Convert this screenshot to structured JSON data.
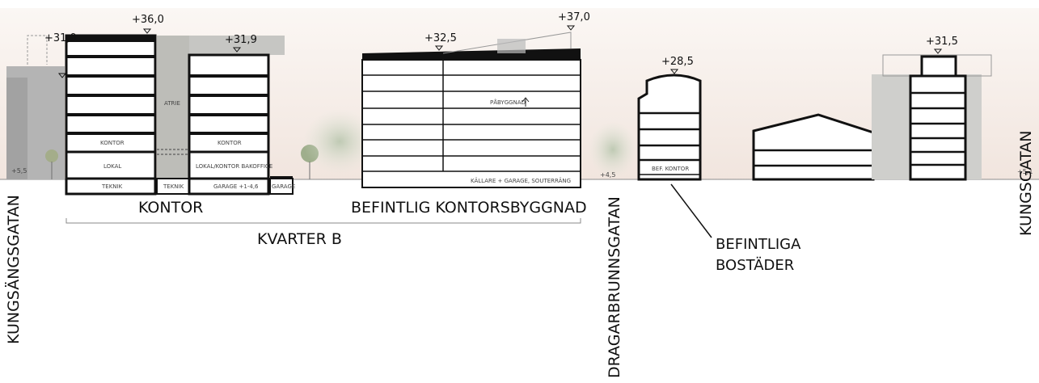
{
  "street_labels": {
    "left": "KUNGSÄNGSGATAN",
    "middle": "DRAGARBRUNNSGATAN",
    "right": "KUNGSGATAN"
  },
  "building_labels": {
    "kontor": "KONTOR",
    "befintlig": "BEFINTLIG KONTORSBYGGNAD",
    "kvarter": "KVARTER B"
  },
  "annotation": {
    "line1": "BEFINTLIGA",
    "line2": "BOSTÄDER"
  },
  "levels": {
    "a": "+31,9",
    "b": "+36,0",
    "c": "+31,9",
    "d": "+32,5",
    "e": "+37,0",
    "f": "+28,5",
    "g": "+31,5"
  },
  "ground_levels": {
    "left": "+5,5",
    "mid": "+4,5",
    "right": "+5,1"
  },
  "room_labels": {
    "kontor_a": "KONTOR",
    "lokal_a": "LOKAL",
    "teknik_a": "TEKNIK",
    "teknik_b": "TEKNIK",
    "atrie": "ATRIE",
    "kontor_b": "KONTOR",
    "lokal_kontor": "LOKAL/KONTOR BAKOFFICE",
    "garage_b": "GARAGE +1-4,6",
    "garage_c": "GARAGE",
    "pabyggnad": "PÅBYGGNAD",
    "kallare": "KÄLLARE + GARAGE, SOUTERRÄNG",
    "bef_kontor": "BEF. KONTOR"
  },
  "colors": {
    "sky": "#f3e9e3",
    "ink": "#111111",
    "facade": "#bdbdbd",
    "atrium": "#b9b9b6",
    "tree": "#a9b99d"
  }
}
